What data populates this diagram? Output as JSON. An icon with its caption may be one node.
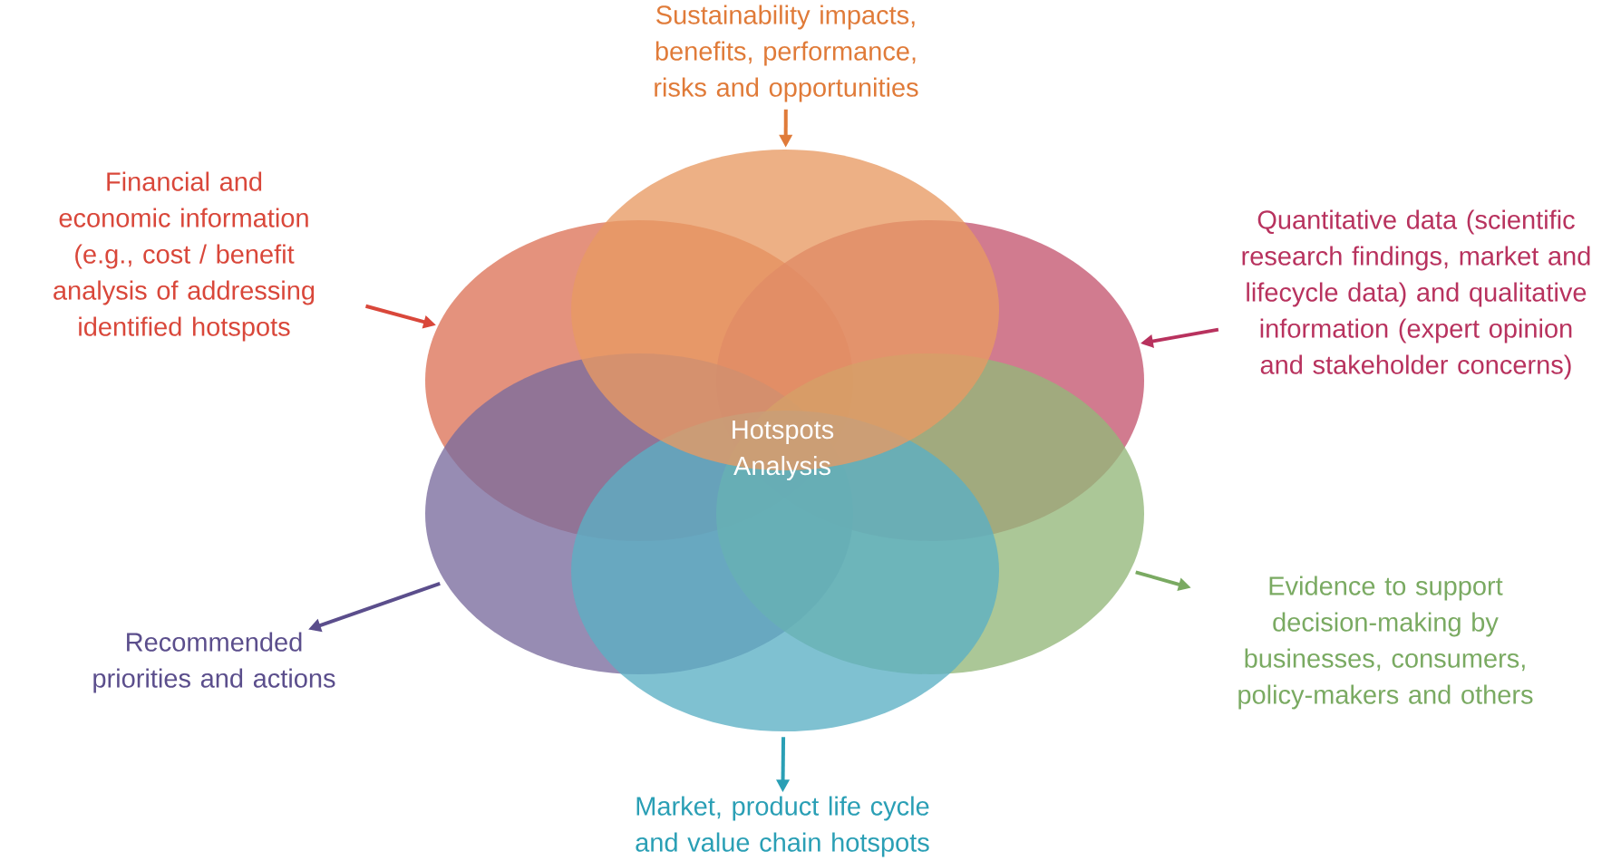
{
  "diagram": {
    "nodes": [
      {
        "text": [
          "Sustainability impacts, benefits, performance, risks and opportunities"
        ]
      },
      {
        "text": [
          "Financial and economic information (e.g., cost / benefit analysis of addressing identified hotspots"
        ]
      },
      {
        "text": [
          "Quantitative data (scientific research findings, market and lifecycle data) and qualitative information (expert opinion and stakeholder concerns)"
        ]
      },
      {
        "text": [],
        "shape": "ellipse"
      },
      {
        "text": [],
        "shape": "ellipse"
      },
      {
        "text": [],
        "shape": "ellipse"
      },
      {
        "text": [],
        "shape": "ellipse"
      },
      {
        "text": [],
        "shape": "ellipse"
      },
      {
        "text": [],
        "shape": "ellipse"
      },
      {
        "text": [
          "Recommended priorities and actions"
        ]
      },
      {
        "text": [
          "Evidence to support decision-making by businesses, consumers, policy-makers and others"
        ]
      },
      {
        "text": [
          "Market, product life cycle and value chain hotspots"
        ]
      }
    ],
    "edges": [
      {
        "from": 0,
        "to": 3,
        "arrow": "to",
        "color": "#e07b39"
      },
      {
        "from": 1,
        "to": 4,
        "arrow": "to",
        "color": "#d9473a"
      },
      {
        "from": 2,
        "to": 5,
        "arrow": "to",
        "color": "#b8325e"
      },
      {
        "from": 6,
        "to": 9,
        "arrow": "to",
        "color": "#5b4e8c"
      },
      {
        "from": 7,
        "to": 10,
        "arrow": "to",
        "color": "#7aaa62"
      },
      {
        "from": 8,
        "to": 11,
        "arrow": "to",
        "color": "#2a9fb5"
      }
    ],
    "labels": [
      "Hotspots Analysis"
    ]
  }
}
